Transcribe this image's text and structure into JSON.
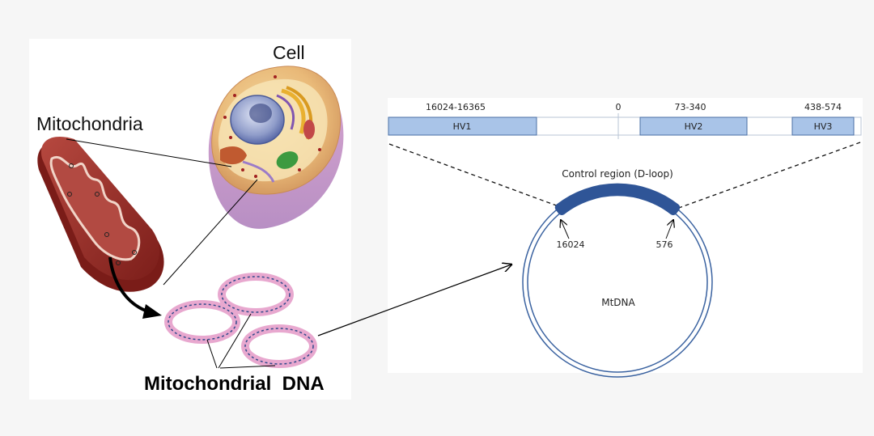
{
  "labels": {
    "cell": "Cell",
    "mitochondria": "Mitochondria",
    "mito_dna": "Mitochondrial  DNA"
  },
  "control_region": {
    "title": "Control region (D-loop)",
    "genome_label": "MtDNA",
    "start_label": "16024",
    "end_label": "576",
    "origin_label": "0",
    "segments": [
      {
        "name": "HV1",
        "range": "16024-16365"
      },
      {
        "name": "HV2",
        "range": "73-340"
      },
      {
        "name": "HV3",
        "range": "438-574"
      }
    ]
  },
  "colors": {
    "segment_fill": "#a9c4e8",
    "segment_stroke": "#4a6fa5",
    "dloop_arc": "#2f5597",
    "ring": "#3a62a0"
  }
}
